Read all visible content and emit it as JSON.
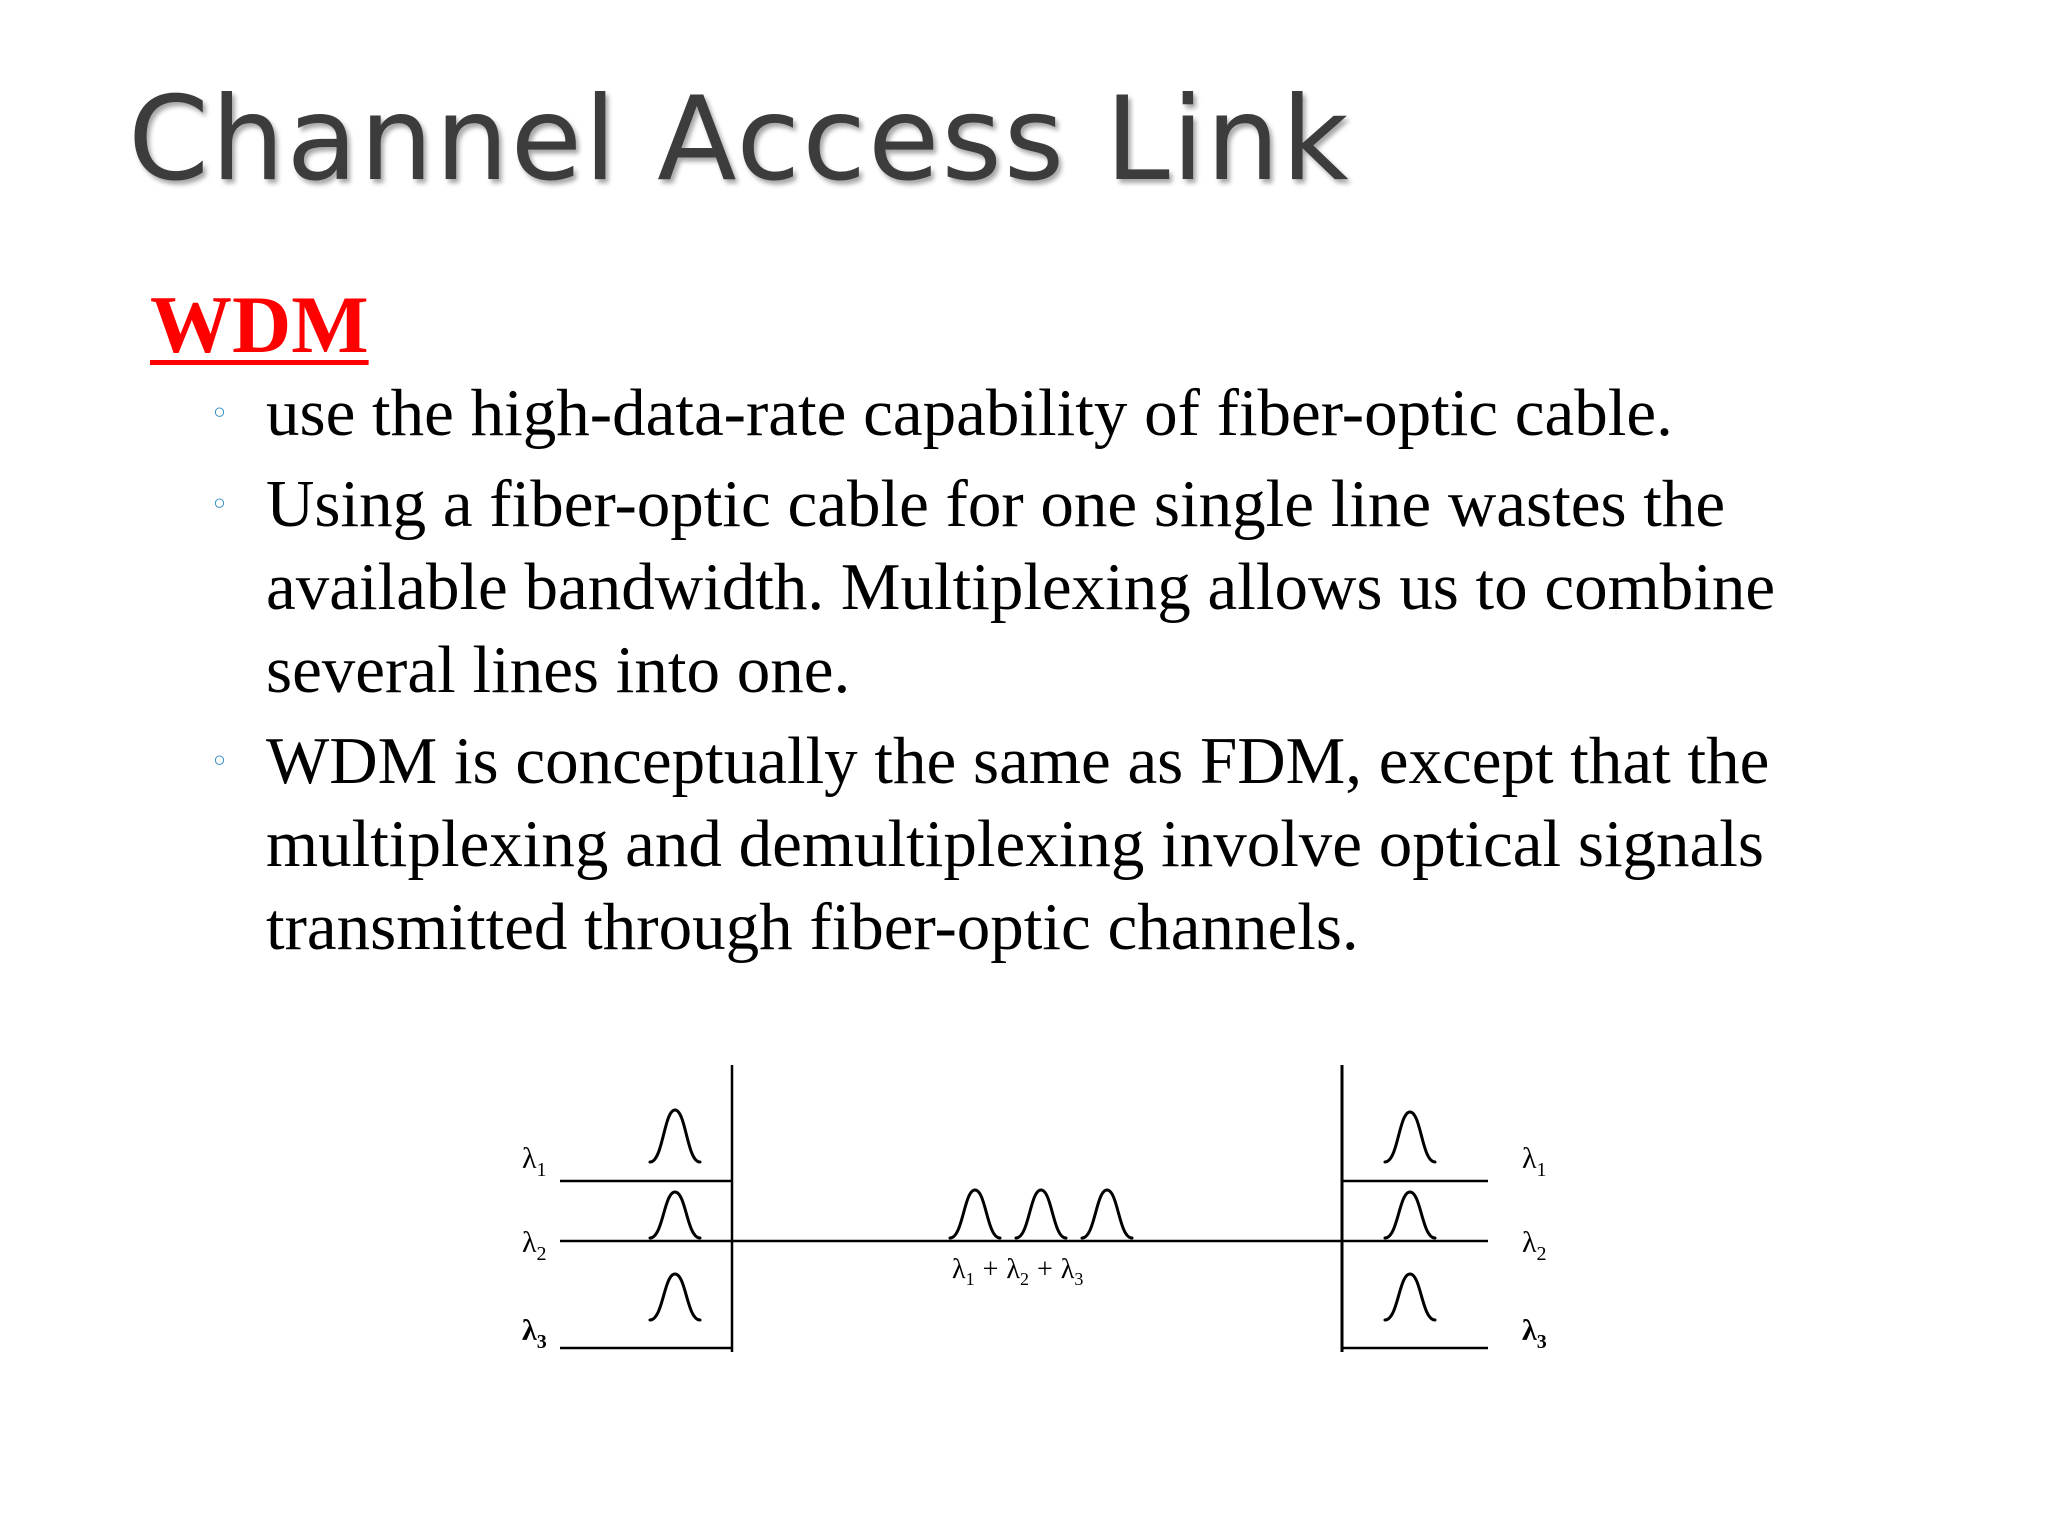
{
  "slide": {
    "title": "Channel Access Link",
    "section_heading": "WDM",
    "bullets": [
      {
        "marker": "◦",
        "text": "use the high-data-rate capability of fiber-optic cable."
      },
      {
        "marker": "◦",
        "text": "Using a fiber-optic cable for one single line wastes the available bandwidth. Multiplexing allows us to combine several lines into one."
      },
      {
        "marker": "◦",
        "text": "WDM is conceptually the same as FDM, except that the multiplexing and demultiplexing involve optical signals transmitted through fiber-optic channels."
      }
    ]
  },
  "diagram": {
    "input_labels": [
      "λ",
      "λ",
      "λ"
    ],
    "input_subscripts": [
      "1",
      "2",
      "3"
    ],
    "output_labels": [
      "λ",
      "λ",
      "λ"
    ],
    "output_subscripts": [
      "1",
      "2",
      "3"
    ],
    "combined_label": {
      "symbols": [
        "λ",
        "λ",
        "λ"
      ],
      "subscripts": [
        "1",
        "2",
        "3"
      ],
      "operators": [
        "+",
        "+"
      ]
    }
  }
}
